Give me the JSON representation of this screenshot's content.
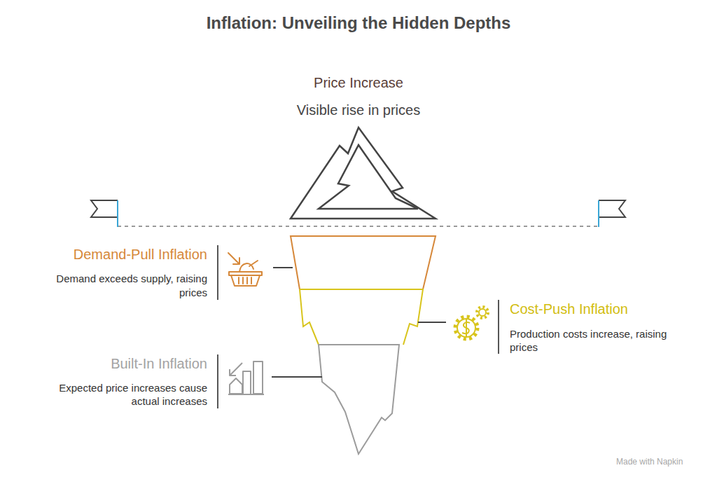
{
  "diagram": {
    "title": "Inflation: Unveiling the Hidden Depths",
    "labels": [
      "Price Increase",
      "Visible rise in prices",
      "Demand-Pull Inflation",
      "Demand exceeds supply, raising prices",
      "Cost-Push Inflation",
      "Production costs increase, raising prices",
      "Built-In Inflation",
      "Expected price increases cause actual increases",
      "Made with Napkin"
    ]
  }
}
